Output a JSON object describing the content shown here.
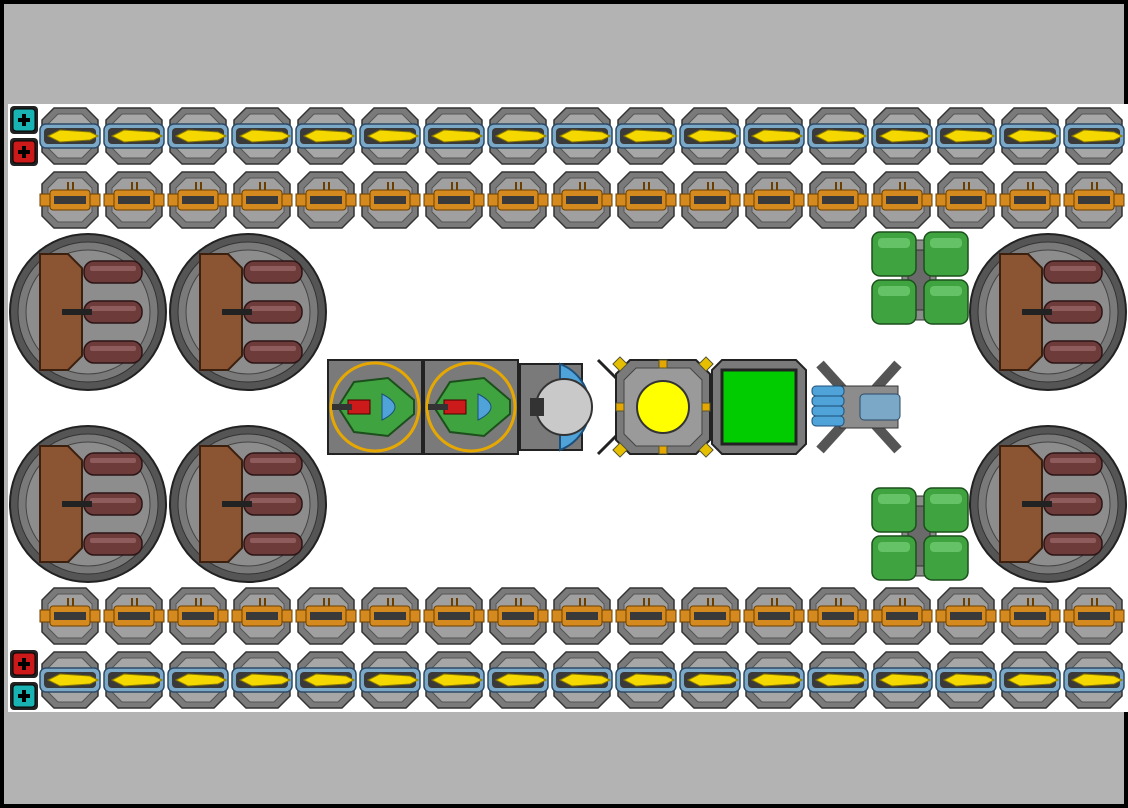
{
  "game": {
    "view": "ship-editor-grid",
    "palette": {
      "background": "#b3b3b3",
      "field": "#ffffff",
      "hull_gray": "#7a7a7a",
      "hull_dark": "#3d3d3d",
      "laser_gold": "#f5d800",
      "laser_blue": "#7ca8c8",
      "cannon_orange": "#d48a1e",
      "missile_brown": "#8b5433",
      "missile_tube": "#6e3b3b",
      "shield_blue": "#4fa3d8",
      "thruster_green": "#3fa33f",
      "core_yellow": "#ffff00",
      "command_green": "#00cc00",
      "teal_button": "#19b3b3",
      "red_button": "#cc1a1a"
    },
    "counts": {
      "laser_turrets_per_row": 17,
      "cannon_turrets_per_row": 17,
      "missile_launchers": 6,
      "thrusters": 2
    },
    "icons": {
      "corner_top_teal": "teal-plus-icon",
      "corner_top_red": "red-plus-icon",
      "corner_bottom_red": "red-plus-icon",
      "corner_bottom_teal": "teal-plus-icon"
    },
    "center_modules": [
      "green-fighter-bay",
      "green-fighter-bay",
      "shield-generator",
      "reactor-core",
      "command-module",
      "blue-engine"
    ]
  }
}
